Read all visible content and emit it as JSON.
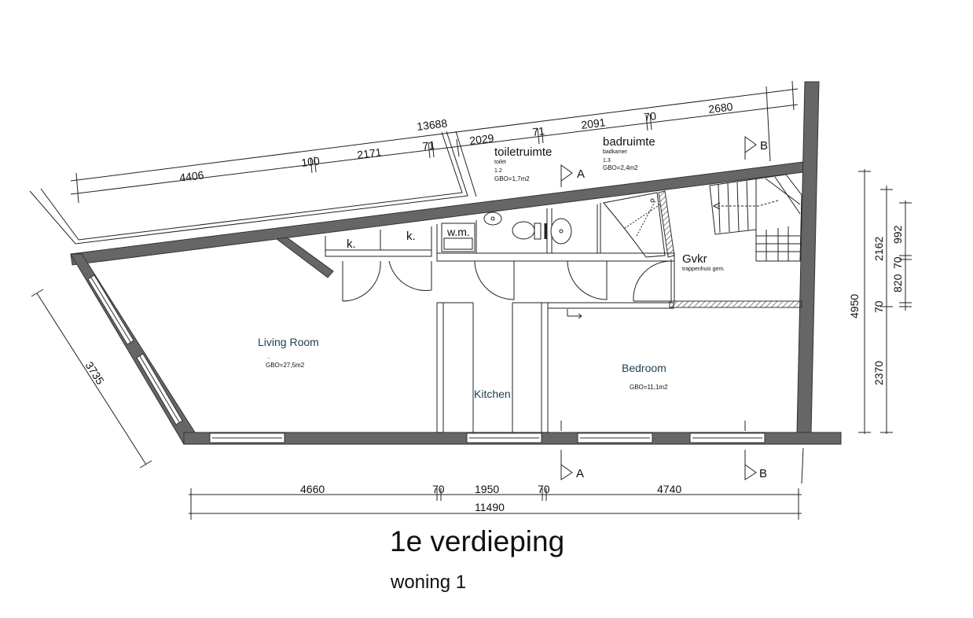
{
  "title": "1e verdieping",
  "subtitle": "woning 1",
  "rooms": {
    "living": {
      "name": "Living Room",
      "dots": "..",
      "area": "GBO=27,5m2"
    },
    "kitchen": {
      "name": "Kitchen"
    },
    "bedroom": {
      "name": "Bedroom",
      "area": "GBO=11,1m2"
    },
    "toilet": {
      "name": "toiletruimte",
      "sub": "toilet",
      "num": "1.2",
      "area": "GBO=1,7m2"
    },
    "bath": {
      "name": "badruimte",
      "sub": "badkamer",
      "num": "1.3",
      "area": "GBO=2,4m2"
    },
    "stair": {
      "name": "Gvkr",
      "sub": "trappenhuis gem."
    }
  },
  "labels": {
    "closet1": "k.",
    "closet2": "k.",
    "washer": "w.m.",
    "sectionA": "A",
    "sectionB": "B"
  },
  "dimensions": {
    "top": {
      "total": "13688",
      "d1": "4406",
      "d2": "100",
      "d3": "2171",
      "d4": "71",
      "d5": "2029",
      "d6": "71",
      "d7": "2091",
      "d8": "70",
      "d9": "2680"
    },
    "left": {
      "d1": "3735"
    },
    "right": {
      "total": "4950",
      "d1": "2162",
      "d2": "992",
      "d3": "820",
      "d4": "70",
      "d5": "70",
      "d6": "2370"
    },
    "bottom": {
      "total": "11490",
      "d1": "4660",
      "d2": "70",
      "d3": "1950",
      "d4": "70",
      "d5": "4740"
    }
  }
}
